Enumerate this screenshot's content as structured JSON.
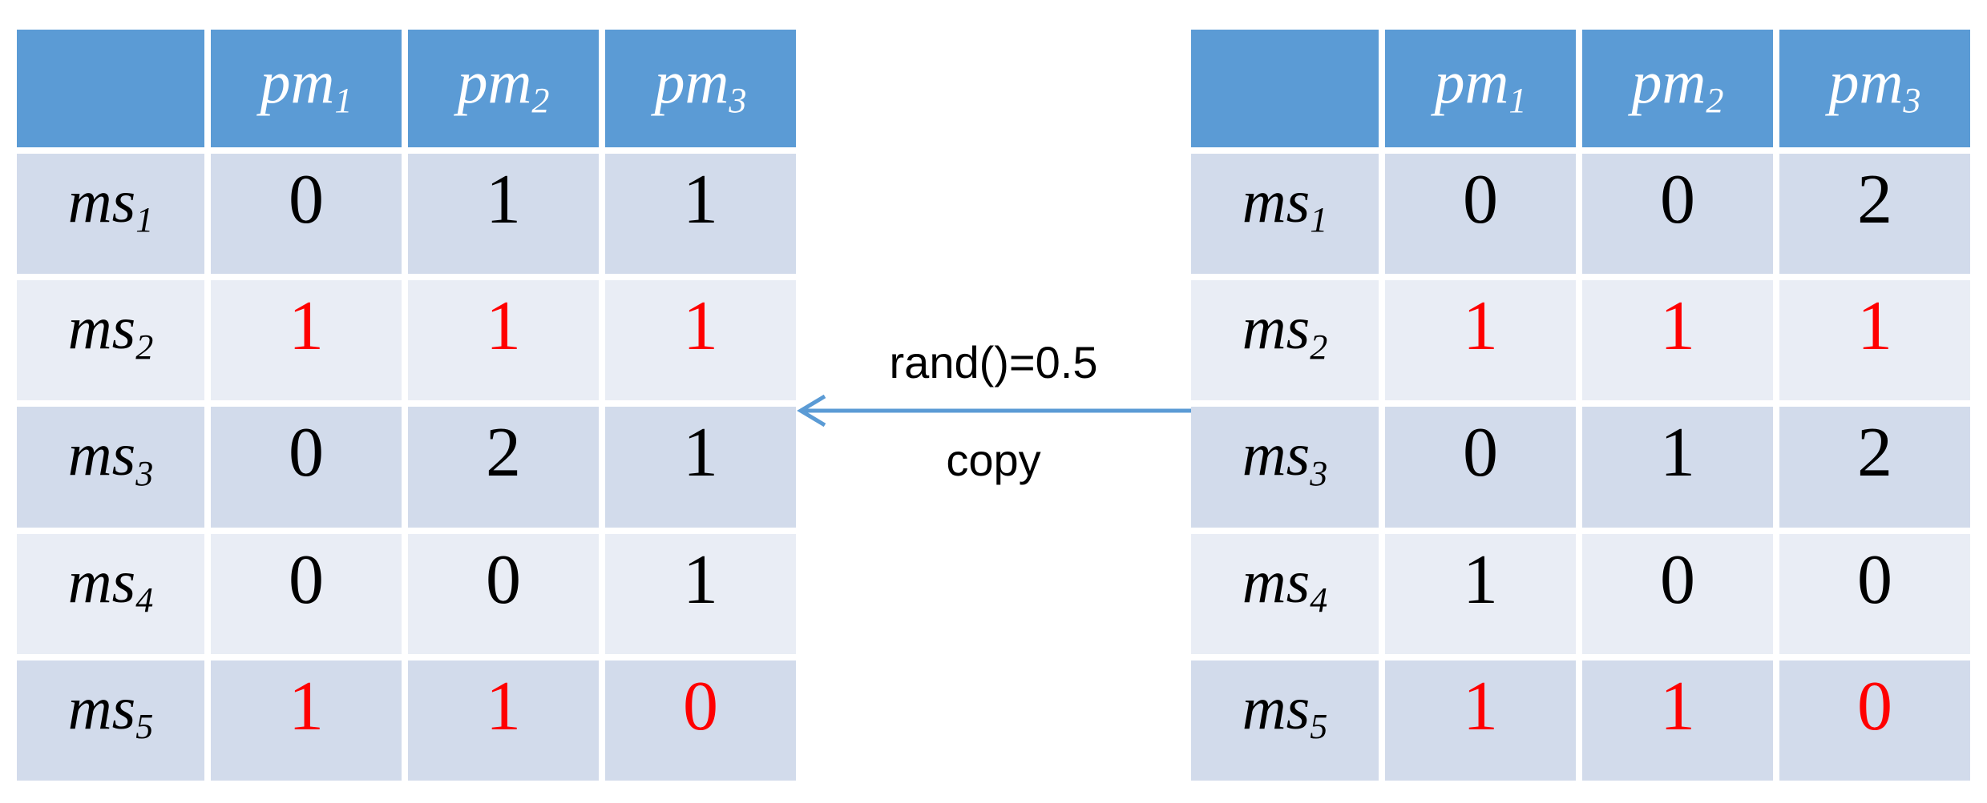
{
  "colors": {
    "header_bg": "#5B9BD5",
    "band_dark_bg": "#D2DBEB",
    "band_light_bg": "#E9EDF5",
    "value_black": "#000000",
    "value_red": "#FF0000",
    "arrow_stroke": "#5B9BD5"
  },
  "arrow": {
    "label_top": "rand()=0.5",
    "label_bottom": "copy",
    "direction": "left"
  },
  "tables": {
    "left": {
      "name": "left-matrix-table",
      "columns": [
        {
          "base": "pm",
          "sub": "1"
        },
        {
          "base": "pm",
          "sub": "2"
        },
        {
          "base": "pm",
          "sub": "3"
        }
      ],
      "rows": [
        {
          "label": {
            "base": "ms",
            "sub": "1"
          },
          "values": [
            "0",
            "1",
            "1"
          ],
          "value_color": "black"
        },
        {
          "label": {
            "base": "ms",
            "sub": "2"
          },
          "values": [
            "1",
            "1",
            "1"
          ],
          "value_color": "red"
        },
        {
          "label": {
            "base": "ms",
            "sub": "3"
          },
          "values": [
            "0",
            "2",
            "1"
          ],
          "value_color": "black"
        },
        {
          "label": {
            "base": "ms",
            "sub": "4"
          },
          "values": [
            "0",
            "0",
            "1"
          ],
          "value_color": "black"
        },
        {
          "label": {
            "base": "ms",
            "sub": "5"
          },
          "values": [
            "1",
            "1",
            "0"
          ],
          "value_color": "red"
        }
      ]
    },
    "right": {
      "name": "right-matrix-table",
      "columns": [
        {
          "base": "pm",
          "sub": "1"
        },
        {
          "base": "pm",
          "sub": "2"
        },
        {
          "base": "pm",
          "sub": "3"
        }
      ],
      "rows": [
        {
          "label": {
            "base": "ms",
            "sub": "1"
          },
          "values": [
            "0",
            "0",
            "2"
          ],
          "value_color": "black"
        },
        {
          "label": {
            "base": "ms",
            "sub": "2"
          },
          "values": [
            "1",
            "1",
            "1"
          ],
          "value_color": "red"
        },
        {
          "label": {
            "base": "ms",
            "sub": "3"
          },
          "values": [
            "0",
            "1",
            "2"
          ],
          "value_color": "black"
        },
        {
          "label": {
            "base": "ms",
            "sub": "4"
          },
          "values": [
            "1",
            "0",
            "0"
          ],
          "value_color": "black"
        },
        {
          "label": {
            "base": "ms",
            "sub": "5"
          },
          "values": [
            "1",
            "1",
            "0"
          ],
          "value_color": "red"
        }
      ]
    }
  }
}
